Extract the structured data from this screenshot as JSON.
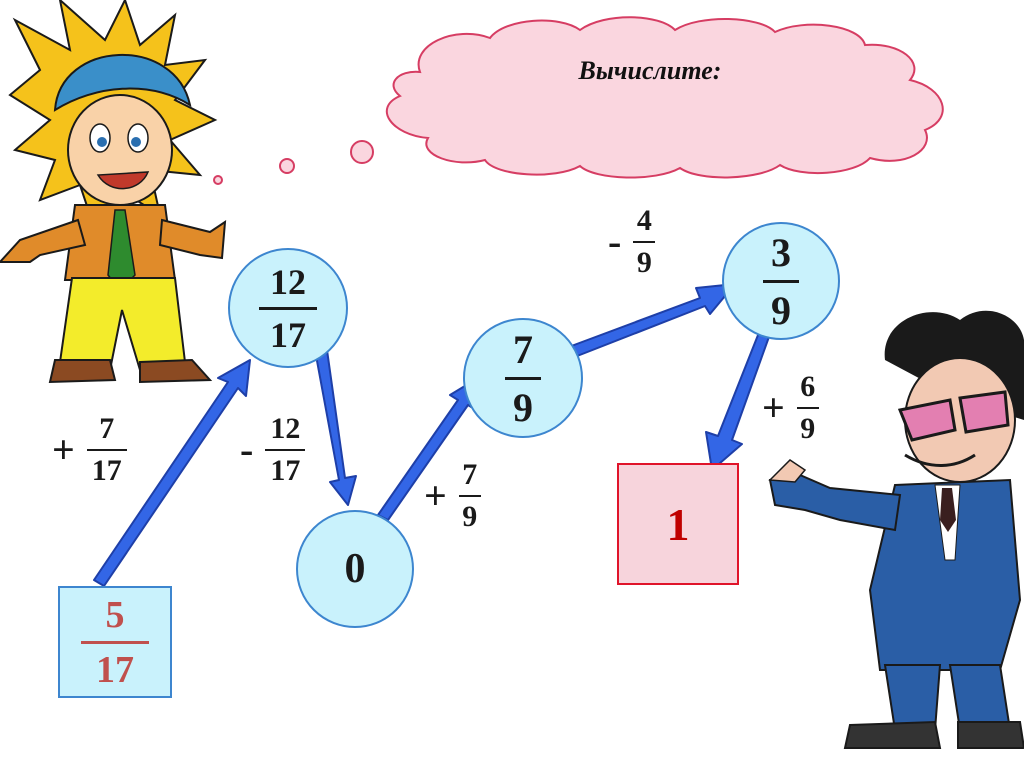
{
  "title": "Вычислите:",
  "colors": {
    "circle_fill": "#c9f2fc",
    "circle_border": "#3d86cf",
    "arrow": "#3366e6",
    "cloud_fill": "#fad6df",
    "end_box_border": "#e0142a",
    "start_value_color": "#c0504d"
  },
  "start": {
    "num": "5",
    "den": "17"
  },
  "nodes": {
    "n1": {
      "num": "12",
      "den": "17"
    },
    "n2": {
      "value": "0"
    },
    "n3": {
      "num": "7",
      "den": "9"
    },
    "n4": {
      "num": "3",
      "den": "9"
    }
  },
  "result": {
    "value": "1"
  },
  "operations": {
    "op1": {
      "sign": "+",
      "num": "7",
      "den": "17"
    },
    "op2": {
      "sign": "-",
      "num": "12",
      "den": "17"
    },
    "op3": {
      "sign": "+",
      "num": "7",
      "den": "9"
    },
    "op4": {
      "sign": "-",
      "num": "4",
      "den": "9"
    },
    "op5": {
      "sign": "+",
      "num": "6",
      "den": "9"
    }
  },
  "icons": {
    "left_character": "cartoon-boy-icon",
    "right_character": "cartoon-teacher-icon",
    "thought_cloud": "thought-cloud-icon"
  }
}
